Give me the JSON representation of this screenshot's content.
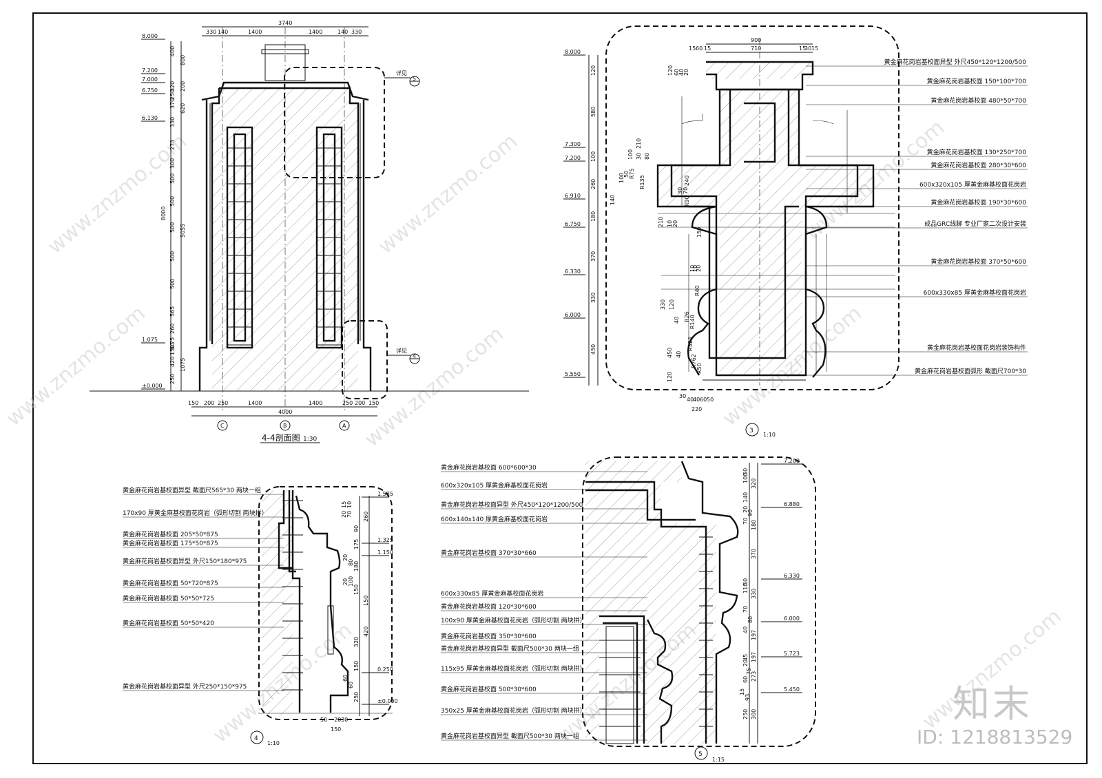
{
  "brand": "知末",
  "id_text": "ID: 1218813529",
  "watermark": "www.znzmo.com",
  "section_main": {
    "title": "4-4剖面图",
    "scale": "1:30",
    "top_total": "3740",
    "top_dims": [
      "330",
      "140",
      "1400",
      "1400",
      "140",
      "330"
    ],
    "bottom_total": "4000",
    "bottom_dims": [
      "150",
      "200",
      "250",
      "1400",
      "1400",
      "250",
      "200",
      "150"
    ],
    "axes": [
      "C",
      "B",
      "A"
    ],
    "elevations": [
      "8.000",
      "7.200",
      "7.000",
      "6.750",
      "6.130",
      "1.075",
      "±0.000"
    ],
    "left_dims": [
      "400",
      "320",
      "250",
      "370",
      "330",
      "273",
      "300",
      "500",
      "500",
      "500",
      "500",
      "500",
      "565",
      "260",
      "75",
      "80",
      "150",
      "420",
      "250"
    ],
    "left_dims2": [
      "800",
      "200",
      "620",
      "8000",
      "5055",
      "1075"
    ],
    "callout_5": "详见",
    "callout_5_no": "5",
    "callout_4": "详见",
    "callout_4_no": "4"
  },
  "detail_3": {
    "number": "3",
    "scale": "1:10",
    "top_dims": [
      "900",
      "15",
      "60",
      "15",
      "710",
      "15",
      "30",
      "15"
    ],
    "left_elevations": [
      "8.000",
      "7.300",
      "7.200",
      "6.910",
      "6.750",
      "6.330",
      "6.000",
      "5.550"
    ],
    "left_dims": [
      "120",
      "580",
      "100",
      "260",
      "180",
      "370",
      "330",
      "450"
    ],
    "inner_dims": [
      "120",
      "60",
      "40",
      "20",
      "210",
      "100",
      "30",
      "80",
      "100",
      "50",
      "140",
      "240",
      "70",
      "30",
      "210",
      "10",
      "20",
      "150",
      "10",
      "10",
      "20",
      "330",
      "120",
      "40",
      "450",
      "40",
      "120"
    ],
    "radii": [
      "R75",
      "R135",
      "R90",
      "R40",
      "R26",
      "R140",
      "R324",
      "R762",
      "R50"
    ],
    "bottom_dims": [
      "30",
      "40",
      "40",
      "60",
      "50",
      "220"
    ],
    "labels": [
      "黄金麻花岗岩基校面异型 外尺450*120*1200/500",
      "黄金麻花岗岩基校面 150*100*700",
      "黄金麻花岗岩基校面 480*50*700",
      "黄金麻花岗岩基校面 130*250*700",
      "黄金麻花岗岩基校面 280*30*600",
      "600x320x105 厚黄金麻基校面花岗岩",
      "黄金麻花岗岩基校面 190*30*600",
      "成品GRC线脚 专业厂家二次设计安装",
      "黄金麻花岗岩基校面 370*50*600",
      "600x330x85 厚黄金麻基校面花岗岩",
      "黄金麻花岗岩基校面花岗岩装饰构件",
      "黄金麻花岗岩基校面弧形 截面尺700*30"
    ]
  },
  "detail_4": {
    "number": "4",
    "scale": "1:10",
    "elevations": [
      "1.585",
      "1.325",
      "1.150",
      "0.250",
      "±0.000"
    ],
    "dims": [
      "15",
      "10",
      "20",
      "70",
      "260",
      "90",
      "175",
      "20",
      "80",
      "180",
      "20",
      "100",
      "150",
      "150",
      "320",
      "420",
      "150",
      "60",
      "60",
      "250"
    ],
    "bottom_dims": [
      "50",
      "20",
      "30",
      "150"
    ],
    "labels": [
      "黄金麻花岗岩基校面异型 截面尺565*30 两块一组",
      "170x90 厚黄金麻基校面花岗岩（弧形切割 两块拼）",
      "黄金麻花岗岩基校面 205*50*875",
      "黄金麻花岗岩基校面 175*50*875",
      "黄金麻花岗岩基校面异型 外尺150*180*975",
      "黄金麻花岗岩基校面 50*720*875",
      "黄金麻花岗岩基校面 50*50*725",
      "黄金麻花岗岩基校面 50*50*420",
      "黄金麻花岗岩基校面异型 外尺250*150*975"
    ]
  },
  "detail_5": {
    "number": "5",
    "scale": "1:15",
    "elevations": [
      "7.200",
      "6.880",
      "6.330",
      "6.000",
      "5.723",
      "5.450"
    ],
    "dims": [
      "50",
      "100",
      "320",
      "140",
      "20",
      "90",
      "70",
      "180",
      "370",
      "50",
      "110",
      "330",
      "70",
      "80",
      "40",
      "197",
      "45",
      "197",
      "20",
      "75",
      "60",
      "273",
      "15",
      "93",
      "250",
      "300"
    ],
    "labels": [
      "黄金麻花岗岩基校面 600*600*30",
      "600x320x105 厚黄金麻基校面花岗岩",
      "黄金麻花岗岩基校面异型 外尺450*120*1200/500",
      "600x140x140 厚黄金麻基校面花岗岩",
      "黄金麻花岗岩基校面 370*30*660",
      "600x330x85 厚黄金麻基校面花岗岩",
      "黄金麻花岗岩基校面 120*30*600",
      "100x90 厚黄金麻基校面花岗岩（弧形切割 两块拼）",
      "黄金麻花岗岩基校面 350*30*600",
      "黄金麻花岗岩基校面异型 截面尺500*30 两块一组",
      "115x95 厚黄金麻基校面花岗岩（弧形切割 两块拼）",
      "黄金麻花岗岩基校面 500*30*600",
      "350x25 厚黄金麻基校面花岗岩（弧形切割 两块拼）",
      "黄金麻花岗岩基校面异型 截面尺500*30 两块一组"
    ]
  }
}
